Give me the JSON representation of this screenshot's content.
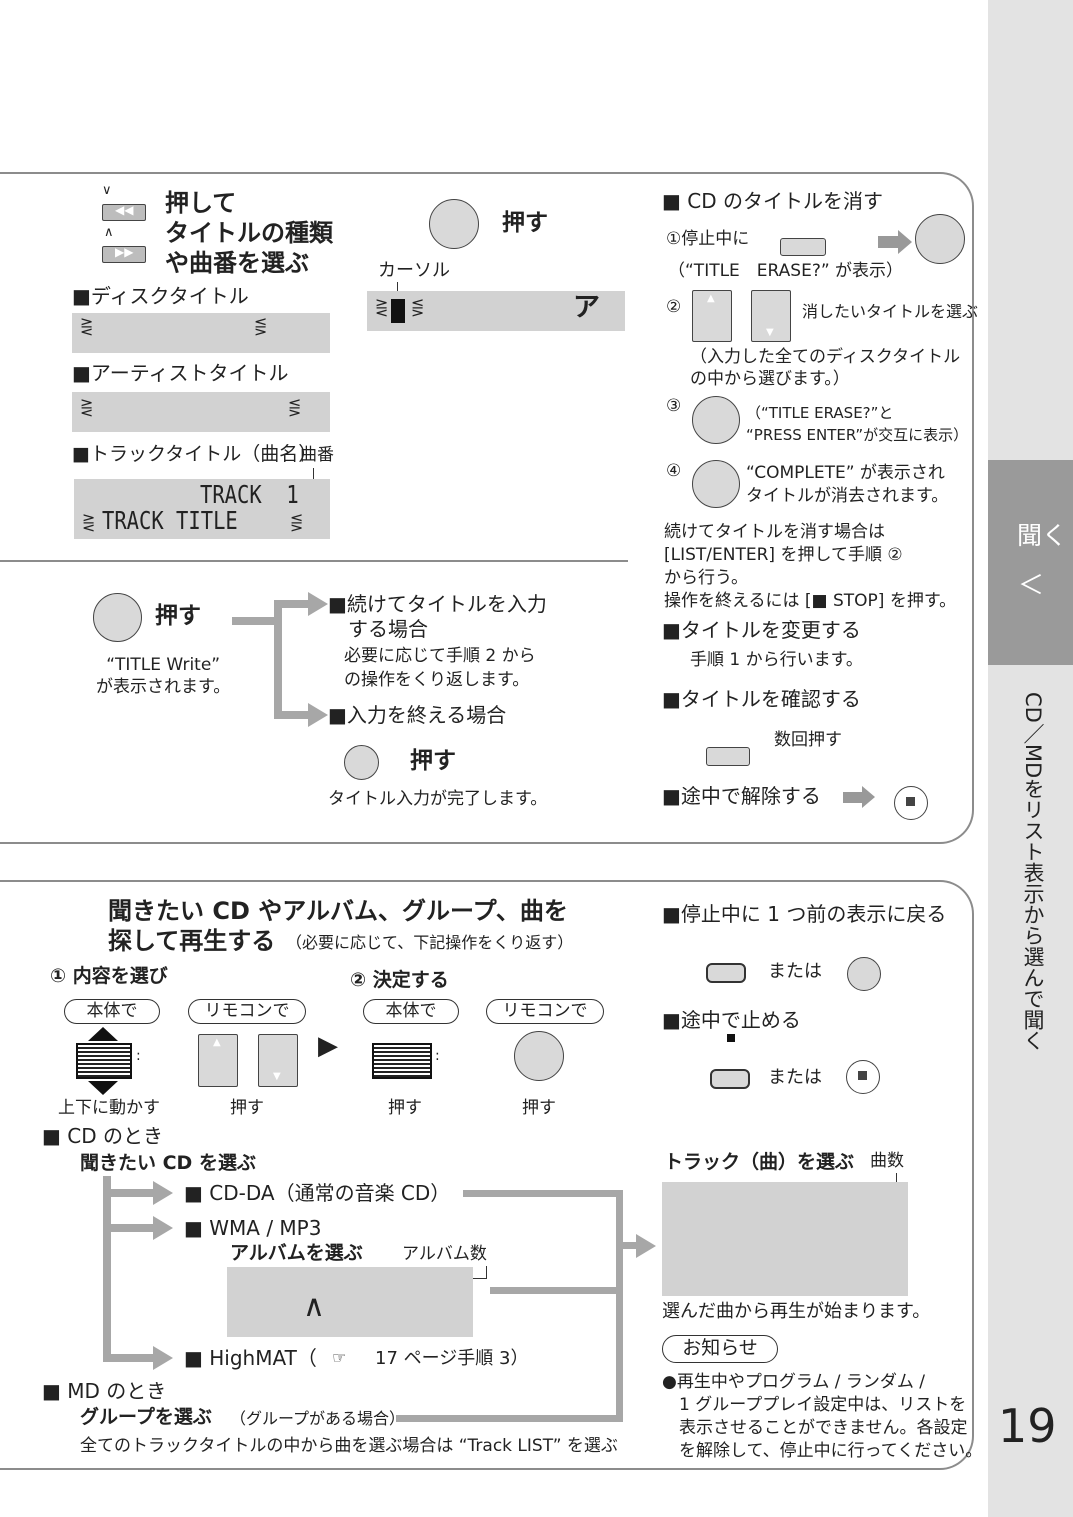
{
  "side": {
    "tab_active": "聞く",
    "tab_arrow": "＜",
    "chapter": "CD／MDをリスト表示から選んで聞く"
  },
  "page_number": "19",
  "top": {
    "step_select": "押して\nタイトルの種類\nや曲番を選ぶ",
    "disc_title_label": "■ディスクタイトル",
    "artist_title_label": "■アーティストタイトル",
    "track_title_label": "■トラックタイトル（曲名）",
    "track_num_label": "曲番",
    "lcd_track_line1": "TRACK  1",
    "lcd_track_line2": "TRACK TITLE",
    "push": "押す",
    "cursor_label": "カーソル",
    "lcd_char": "ア",
    "push2": "押す",
    "title_write": "“TITLE Write”\nが表示されます。",
    "continue_head": "■続けてタイトルを入力\n　する場合",
    "continue_body": "必要に応じて手順 2 から\nの操作をくり返します。",
    "finish_head": "■入力を終える場合",
    "push3": "押す",
    "finish_body": "タイトル入力が完了します。",
    "erase_head": "■ CD のタイトルを消す",
    "erase_s1": "①停止中に",
    "erase_s1b": "（“TITLE　ERASE?” が表示）",
    "erase_s2_num": "②",
    "erase_s2": "消したいタイトルを選ぶ",
    "erase_s2b": "（入力した全てのディスクタイトル\nの中から選びます。）",
    "erase_s3_num": "③",
    "erase_s3": "（“TITLE ERASE?”と\n“PRESS ENTER”が交互に表示）",
    "erase_s4_num": "④",
    "erase_s4": "“COMPLETE” が表示され\nタイトルが消去されます。",
    "erase_note": "続けてタイトルを消す場合は\n[LIST/ENTER] を押して手順 ②\nから行う。\n操作を終えるには [■ STOP] を押す。",
    "change_head": "■タイトルを変更する",
    "change_body": "手順 1 から行います。",
    "confirm_head": "■タイトルを確認する",
    "confirm_body": "数回押す",
    "cancel_head": "■途中で解除する"
  },
  "bottom": {
    "title_line1": "聞きたい CD やアルバム、グループ、曲を",
    "title_line2": "探して再生する",
    "title_note": "（必要に応じて、下記操作をくり返す）",
    "step1": "①  内容を選び",
    "step2": "②  決定する",
    "tag_main": "本体で",
    "tag_remote": "リモコンで",
    "tag_main2": "本体で",
    "tag_remote2": "リモコンで",
    "cap_updown": "上下に動かす",
    "cap_push1": "押す",
    "cap_push2": "押す",
    "cap_push3": "押す",
    "cd_head": "■ CD のとき",
    "cd_select": "聞きたい CD を選ぶ",
    "cd_da": "■ CD-DA（通常の音楽 CD）",
    "wma": "■ WMA / MP3",
    "album_select": "アルバムを選ぶ",
    "album_count": "アルバム数",
    "lcd_album": "∧",
    "highmat": "■ HighMAT（",
    "highmat_ref": "17 ページ手順 3）",
    "md_head": "■ MD のとき",
    "group_select": "グループを選ぶ",
    "group_note": "（グループがある場合）",
    "tracklist_note": "全てのトラックタイトルの中から曲を選ぶ場合は “Track LIST” を選ぶ",
    "back_head": "■停止中に 1 つ前の表示に戻る",
    "or1": "または",
    "stop_head": "■途中で止める",
    "or2": "または",
    "track_select": "トラック（曲）を選ぶ",
    "track_count": "曲数",
    "play_from": "選んだ曲から再生が始まります。",
    "notice": "お知らせ",
    "notice_body": "●再生中やプログラム / ランダム /\n　1 グループプレイ設定中は、リストを\n　表示させることができません。各設定\n　を解除して、停止中に行ってください。"
  }
}
